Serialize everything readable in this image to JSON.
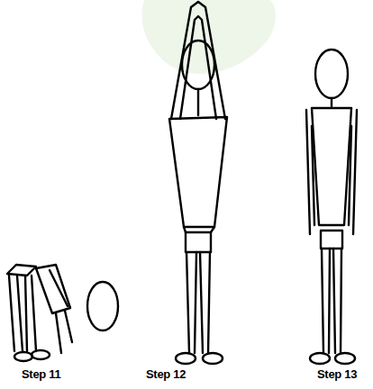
{
  "diagram": {
    "labels": [
      "Step 11",
      "Step 12",
      "Step 13"
    ]
  }
}
